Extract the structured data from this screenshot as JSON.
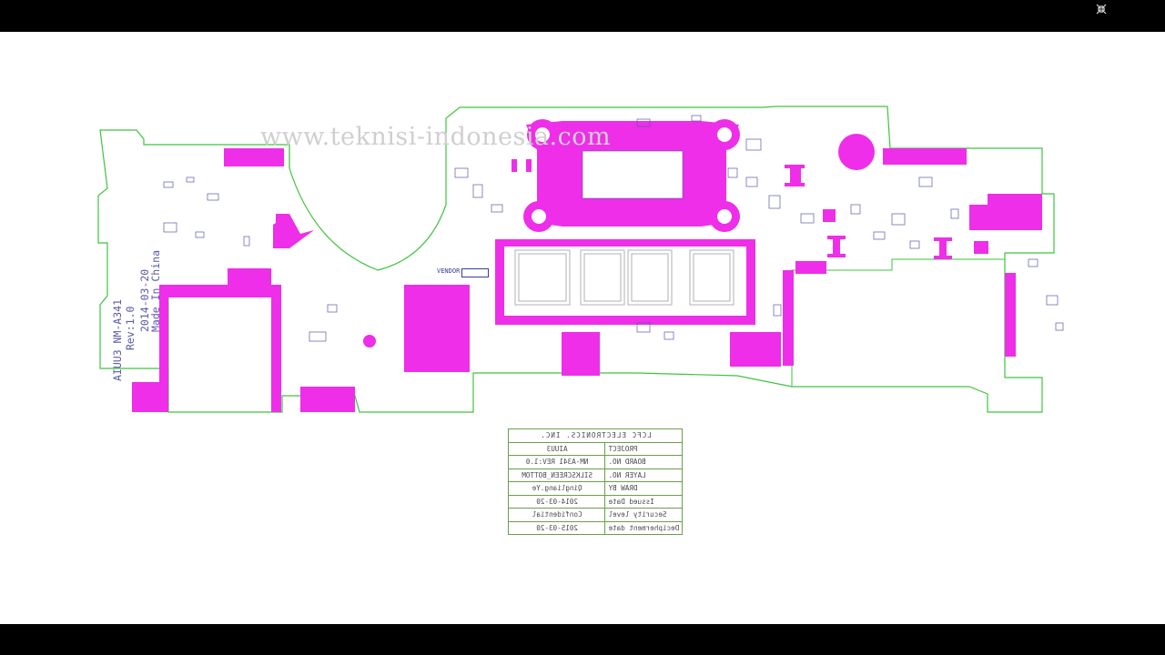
{
  "viewer": {
    "fullscreen_icon": "collapse-arrows-icon"
  },
  "board": {
    "watermark": "www.teknisi-indonesia.com",
    "model": "AIUU3 NM-A341",
    "rev": "Rev:1.0",
    "date": "2014-03-20",
    "origin": "Made In China",
    "vendor_label": "VENDOR:",
    "colors": {
      "outline": "#3ec43e",
      "pad": "#ee2ee8",
      "silkscreen": "#5a5aa8",
      "titleblock_border": "#6b9e4a"
    }
  },
  "titleblock": {
    "company": "LCFC ELECTRONICS. INC.",
    "rows": [
      {
        "key": "PROJECT",
        "value": "AIUU3"
      },
      {
        "key": "BOARD NO.",
        "value": "NM-A341  REV:1.0"
      },
      {
        "key": "LAYER NO.",
        "value": "SILKSCREEN_BOTTOM"
      },
      {
        "key": "DRAW BY",
        "value": "Qingliang.Ye"
      },
      {
        "key": "Issued  Date",
        "value": "2014-03-20"
      },
      {
        "key": "Security level",
        "value": "Confidential"
      },
      {
        "key": "Decipherment date",
        "value": "2015-03-20"
      }
    ]
  }
}
